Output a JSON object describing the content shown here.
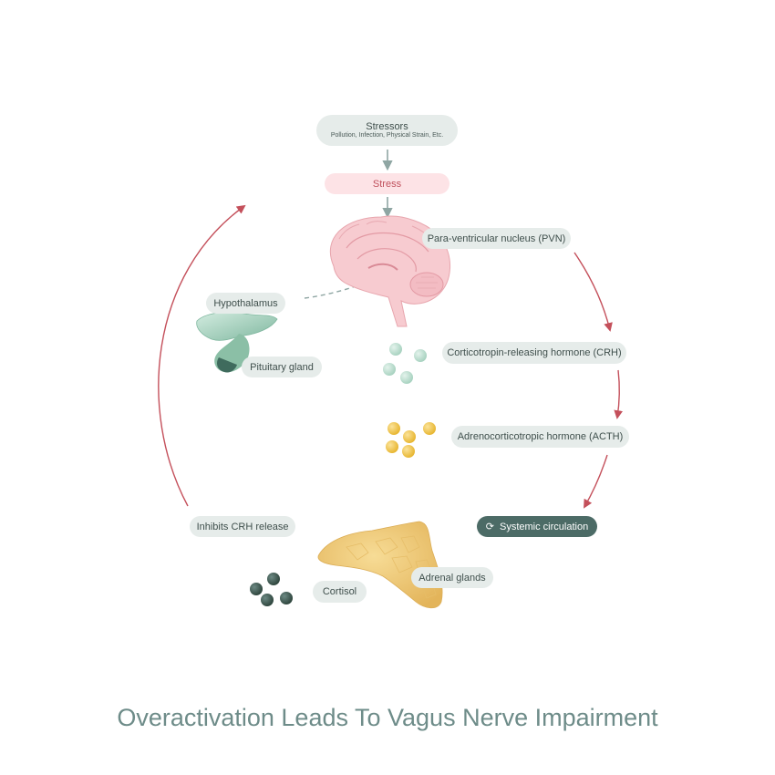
{
  "title": "Overactivation Leads To Vagus Nerve Impairment",
  "nodes": {
    "stressors": {
      "label": "Stressors",
      "sublabel": "Pollution, Infection, Physical Strain, Etc."
    },
    "stress": {
      "label": "Stress"
    },
    "pvn": {
      "label": "Para-ventricular nucleus (PVN)"
    },
    "hypothalamus": {
      "label": "Hypothalamus"
    },
    "pituitary": {
      "label": "Pituitary gland"
    },
    "crh": {
      "label": "Corticotropin-releasing hormone (CRH)"
    },
    "acth": {
      "label": "Adrenocorticotropic hormone (ACTH)"
    },
    "systemic": {
      "label": "Systemic circulation",
      "icon": "refresh-icon"
    },
    "inhibits": {
      "label": "Inhibits CRH release"
    },
    "adrenal": {
      "label": "Adrenal glands"
    },
    "cortisol": {
      "label": "Cortisol"
    }
  },
  "colors": {
    "arrow_red": "#c4505b",
    "arrow_gray": "#8fa6a3",
    "crh_molecule": "#bfe0d2",
    "acth_molecule": "#f2c94c",
    "cortisol_molecule": "#3f5a55",
    "brain": "#f5c6cb",
    "gland": "#9fcdb8",
    "adrenal": "#f0cd7a",
    "title": "#6e8c89"
  }
}
